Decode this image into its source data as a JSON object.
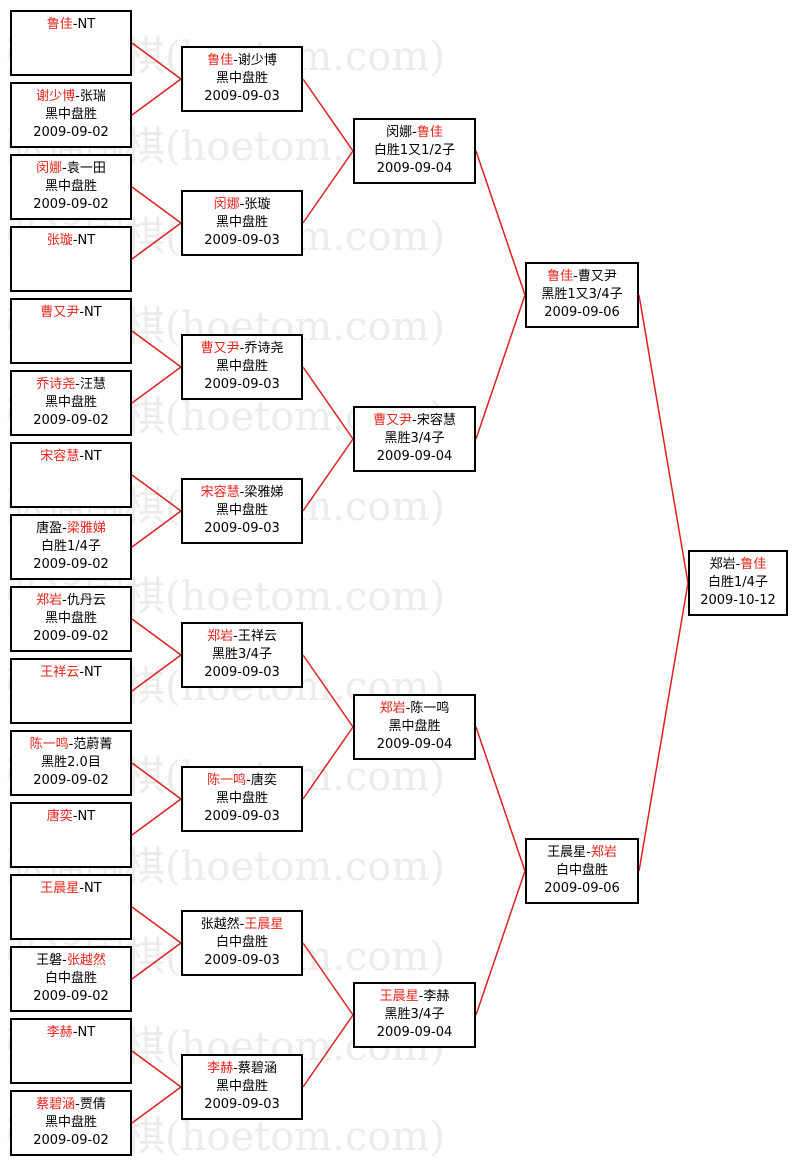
{
  "colors": {
    "winner": "#e8241c",
    "connector": "#e02020",
    "watermark": "#ececec"
  },
  "watermark": "弘通围棋(hoetom.com)",
  "round1": [
    {
      "a": "鲁佳",
      "b": "NT",
      "winner": "a",
      "result": "",
      "date": ""
    },
    {
      "a": "谢少博",
      "b": "张瑞",
      "winner": "a",
      "result": "黑中盘胜",
      "date": "2009-09-02"
    },
    {
      "a": "闵娜",
      "b": "袁一田",
      "winner": "a",
      "result": "黑中盘胜",
      "date": "2009-09-02"
    },
    {
      "a": "张璇",
      "b": "NT",
      "winner": "a",
      "result": "",
      "date": ""
    },
    {
      "a": "曹又尹",
      "b": "NT",
      "winner": "a",
      "result": "",
      "date": ""
    },
    {
      "a": "乔诗尧",
      "b": "汪慧",
      "winner": "a",
      "result": "黑中盘胜",
      "date": "2009-09-02"
    },
    {
      "a": "宋容慧",
      "b": "NT",
      "winner": "a",
      "result": "",
      "date": ""
    },
    {
      "a": "唐盈",
      "b": "梁雅娣",
      "winner": "b",
      "result": "白胜1/4子",
      "date": "2009-09-02"
    },
    {
      "a": "郑岩",
      "b": "仇丹云",
      "winner": "a",
      "result": "黑中盘胜",
      "date": "2009-09-02"
    },
    {
      "a": "王祥云",
      "b": "NT",
      "winner": "a",
      "result": "",
      "date": ""
    },
    {
      "a": "陈一鸣",
      "b": "范蔚菁",
      "winner": "a",
      "result": "黑胜2.0目",
      "date": "2009-09-02"
    },
    {
      "a": "唐奕",
      "b": "NT",
      "winner": "a",
      "result": "",
      "date": ""
    },
    {
      "a": "王晨星",
      "b": "NT",
      "winner": "a",
      "result": "",
      "date": ""
    },
    {
      "a": "王磐",
      "b": "张越然",
      "winner": "b",
      "result": "白中盘胜",
      "date": "2009-09-02"
    },
    {
      "a": "李赫",
      "b": "NT",
      "winner": "a",
      "result": "",
      "date": ""
    },
    {
      "a": "蔡碧涵",
      "b": "贾倩",
      "winner": "a",
      "result": "黑中盘胜",
      "date": "2009-09-02"
    }
  ],
  "round2": [
    {
      "a": "鲁佳",
      "b": "谢少博",
      "winner": "a",
      "result": "黑中盘胜",
      "date": "2009-09-03"
    },
    {
      "a": "闵娜",
      "b": "张璇",
      "winner": "a",
      "result": "黑中盘胜",
      "date": "2009-09-03"
    },
    {
      "a": "曹又尹",
      "b": "乔诗尧",
      "winner": "a",
      "result": "黑中盘胜",
      "date": "2009-09-03"
    },
    {
      "a": "宋容慧",
      "b": "梁雅娣",
      "winner": "a",
      "result": "黑中盘胜",
      "date": "2009-09-03"
    },
    {
      "a": "郑岩",
      "b": "王祥云",
      "winner": "a",
      "result": "黑胜3/4子",
      "date": "2009-09-03"
    },
    {
      "a": "陈一鸣",
      "b": "唐奕",
      "winner": "a",
      "result": "黑中盘胜",
      "date": "2009-09-03"
    },
    {
      "a": "张越然",
      "b": "王晨星",
      "winner": "b",
      "result": "白中盘胜",
      "date": "2009-09-03"
    },
    {
      "a": "李赫",
      "b": "蔡碧涵",
      "winner": "a",
      "result": "黑中盘胜",
      "date": "2009-09-03"
    }
  ],
  "round3": [
    {
      "a": "闵娜",
      "b": "鲁佳",
      "winner": "b",
      "result": "白胜1又1/2子",
      "date": "2009-09-04"
    },
    {
      "a": "曹又尹",
      "b": "宋容慧",
      "winner": "a",
      "result": "黑胜3/4子",
      "date": "2009-09-04"
    },
    {
      "a": "郑岩",
      "b": "陈一鸣",
      "winner": "a",
      "result": "黑中盘胜",
      "date": "2009-09-04"
    },
    {
      "a": "王晨星",
      "b": "李赫",
      "winner": "a",
      "result": "黑胜3/4子",
      "date": "2009-09-04"
    }
  ],
  "round4": [
    {
      "a": "鲁佳",
      "b": "曹又尹",
      "winner": "a",
      "result": "黑胜1又3/4子",
      "date": "2009-09-06"
    },
    {
      "a": "王晨星",
      "b": "郑岩",
      "winner": "b",
      "result": "白中盘胜",
      "date": "2009-09-06"
    }
  ],
  "round5": [
    {
      "a": "郑岩",
      "b": "鲁佳",
      "winner": "b",
      "result": "白胜1/4子",
      "date": "2009-10-12"
    }
  ]
}
